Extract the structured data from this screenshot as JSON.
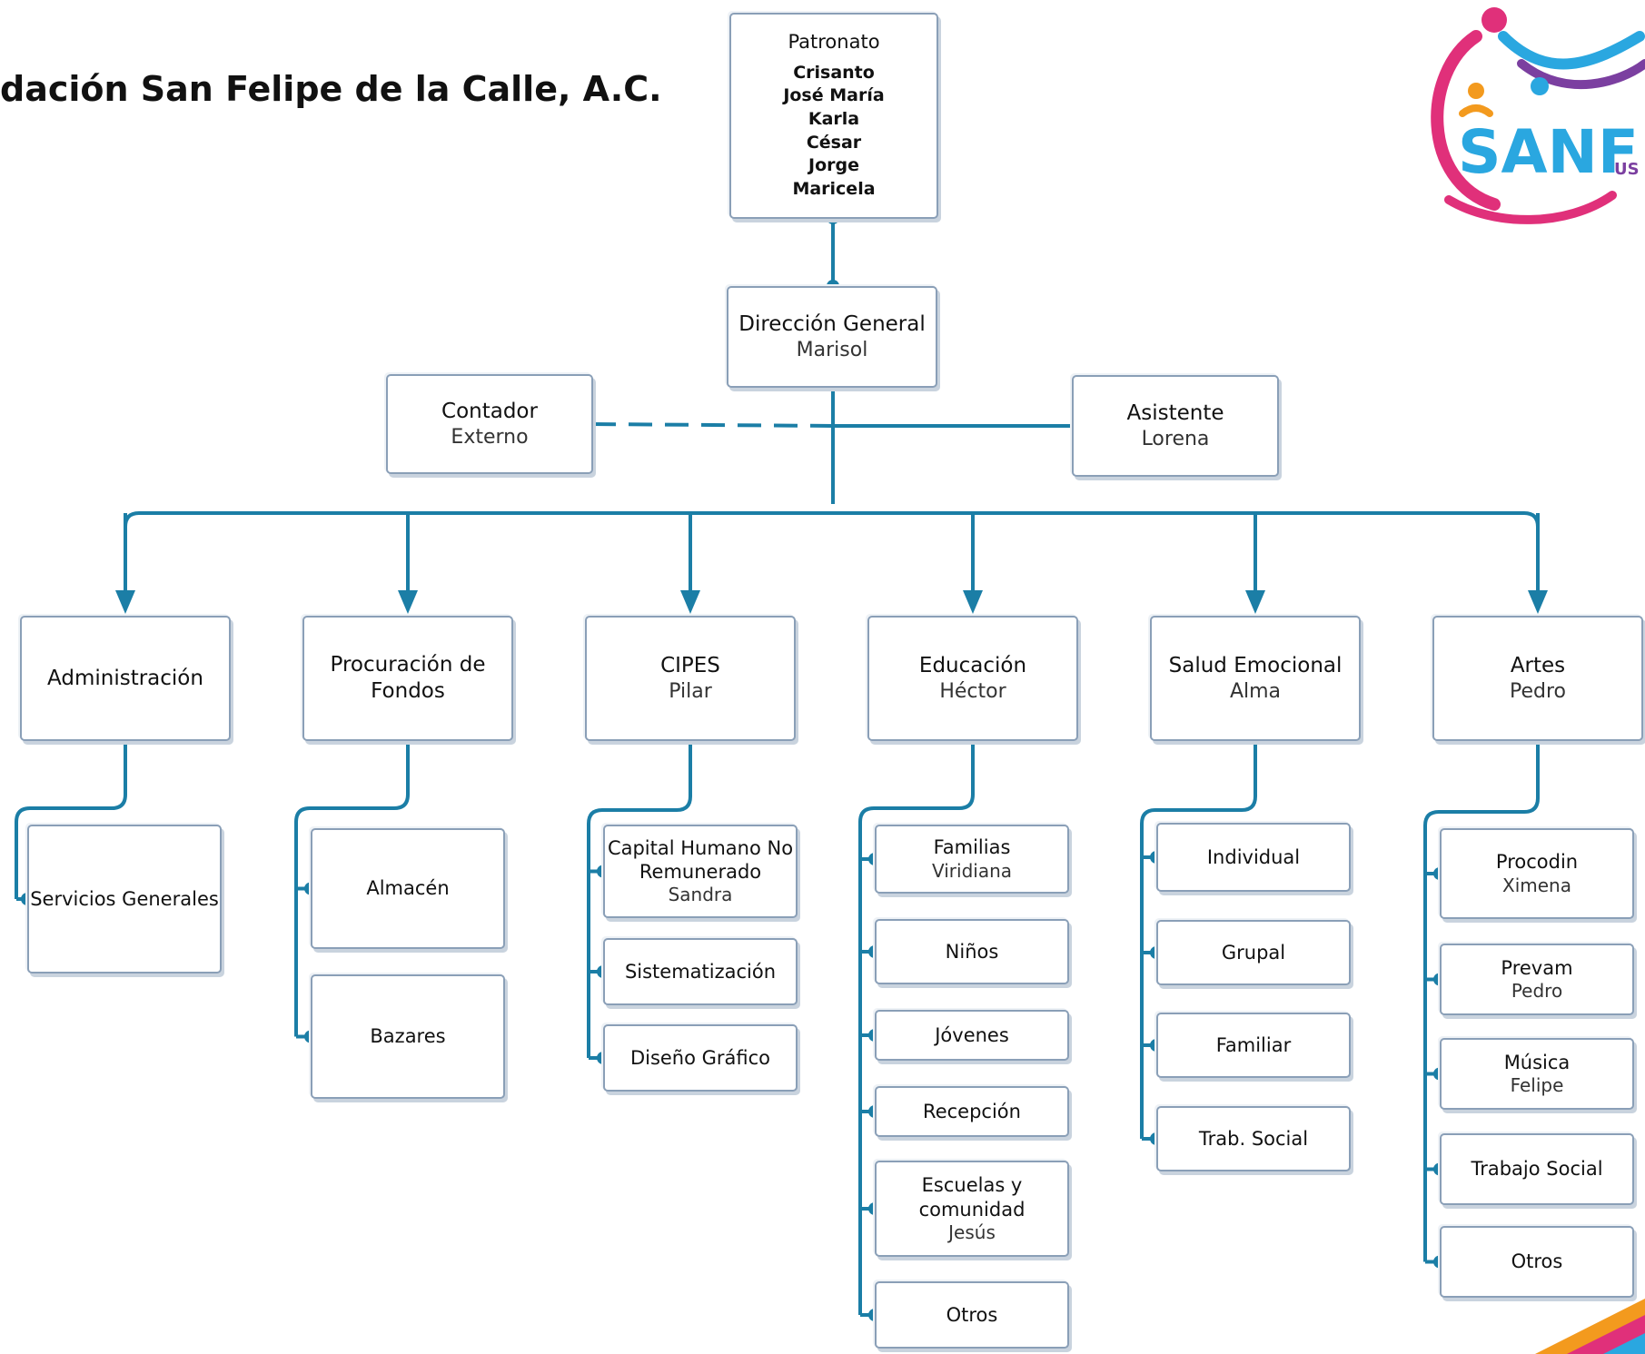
{
  "title": "dación San Felipe de la Calle, A.C.",
  "logo": {
    "text": "SANF",
    "sub": "US"
  },
  "colors": {
    "line": "#1b7ea6",
    "box_border": "#8a9fb7",
    "logo_pink": "#e0307a",
    "logo_blue": "#2aa7e0",
    "logo_orange": "#f39a1e",
    "logo_purple": "#7b3fa0"
  },
  "patronato": {
    "title": "Patronato",
    "members": [
      "Crisanto",
      "José María",
      "Karla",
      "César",
      "Jorge",
      "Maricela"
    ]
  },
  "direccion": {
    "title": "Dirección General",
    "person": "Marisol"
  },
  "contador": {
    "title": "Contador",
    "person": "Externo"
  },
  "asistente": {
    "title": "Asistente",
    "person": "Lorena"
  },
  "departments": [
    {
      "title": "Administración",
      "person": "",
      "children": [
        {
          "title": "Servicios Generales",
          "person": ""
        }
      ]
    },
    {
      "title": "Procuración de Fondos",
      "person": "",
      "children": [
        {
          "title": "Almacén",
          "person": ""
        },
        {
          "title": "Bazares",
          "person": ""
        }
      ]
    },
    {
      "title": "CIPES",
      "person": "Pilar",
      "children": [
        {
          "title": "Capital Humano No Remunerado",
          "person": "Sandra"
        },
        {
          "title": "Sistematización",
          "person": ""
        },
        {
          "title": "Diseño Gráfico",
          "person": ""
        }
      ]
    },
    {
      "title": "Educación",
      "person": "Héctor",
      "children": [
        {
          "title": "Familias",
          "person": "Viridiana"
        },
        {
          "title": "Niños",
          "person": ""
        },
        {
          "title": "Jóvenes",
          "person": ""
        },
        {
          "title": "Recepción",
          "person": ""
        },
        {
          "title": "Escuelas y comunidad",
          "person": "Jesús"
        },
        {
          "title": "Otros",
          "person": ""
        }
      ]
    },
    {
      "title": "Salud Emocional",
      "person": "Alma",
      "children": [
        {
          "title": "Individual",
          "person": ""
        },
        {
          "title": "Grupal",
          "person": ""
        },
        {
          "title": "Familiar",
          "person": ""
        },
        {
          "title": "Trab. Social",
          "person": ""
        }
      ]
    },
    {
      "title": "Artes",
      "person": "Pedro",
      "children": [
        {
          "title": "Procodin",
          "person": "Ximena"
        },
        {
          "title": "Prevam",
          "person": "Pedro"
        },
        {
          "title": "Música",
          "person": "Felipe"
        },
        {
          "title": "Trabajo Social",
          "person": ""
        },
        {
          "title": "Otros",
          "person": ""
        }
      ]
    }
  ]
}
